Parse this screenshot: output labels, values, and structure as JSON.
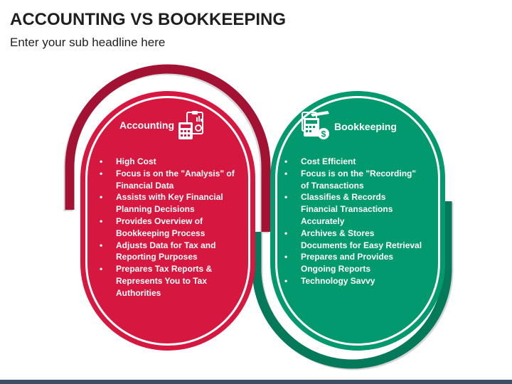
{
  "header": {
    "title": "ACCOUNTING VS BOOKKEEPING",
    "subtitle": "Enter your sub headline here"
  },
  "accounting": {
    "heading": "Accounting",
    "icon": "calculator-report-icon",
    "color": "#d6173f",
    "arc_color": "#a31133",
    "points": [
      "High Cost",
      "Focus is on the \"Analysis\" of Financial Data",
      "Assists with Key Financial Planning Decisions",
      "Provides Overview of Bookkeeping Process",
      "Adjusts Data for Tax and Reporting Purposes",
      "Prepares Tax Reports & Represents You to Tax Authorities"
    ]
  },
  "bookkeeping": {
    "heading": "Bookkeeping",
    "icon": "calculator-dollar-icon",
    "color": "#03996e",
    "arc_color": "#057a5a",
    "points": [
      "Cost Efficient",
      "Focus is on the \"Recording\" of Transactions",
      "Classifies & Records Financial Transactions Accurately",
      "Archives & Stores Documents for Easy Retrieval",
      "Prepares and Provides Ongoing Reports",
      "Technology Savvy"
    ]
  },
  "footer": {
    "color": "#3e4f63"
  }
}
